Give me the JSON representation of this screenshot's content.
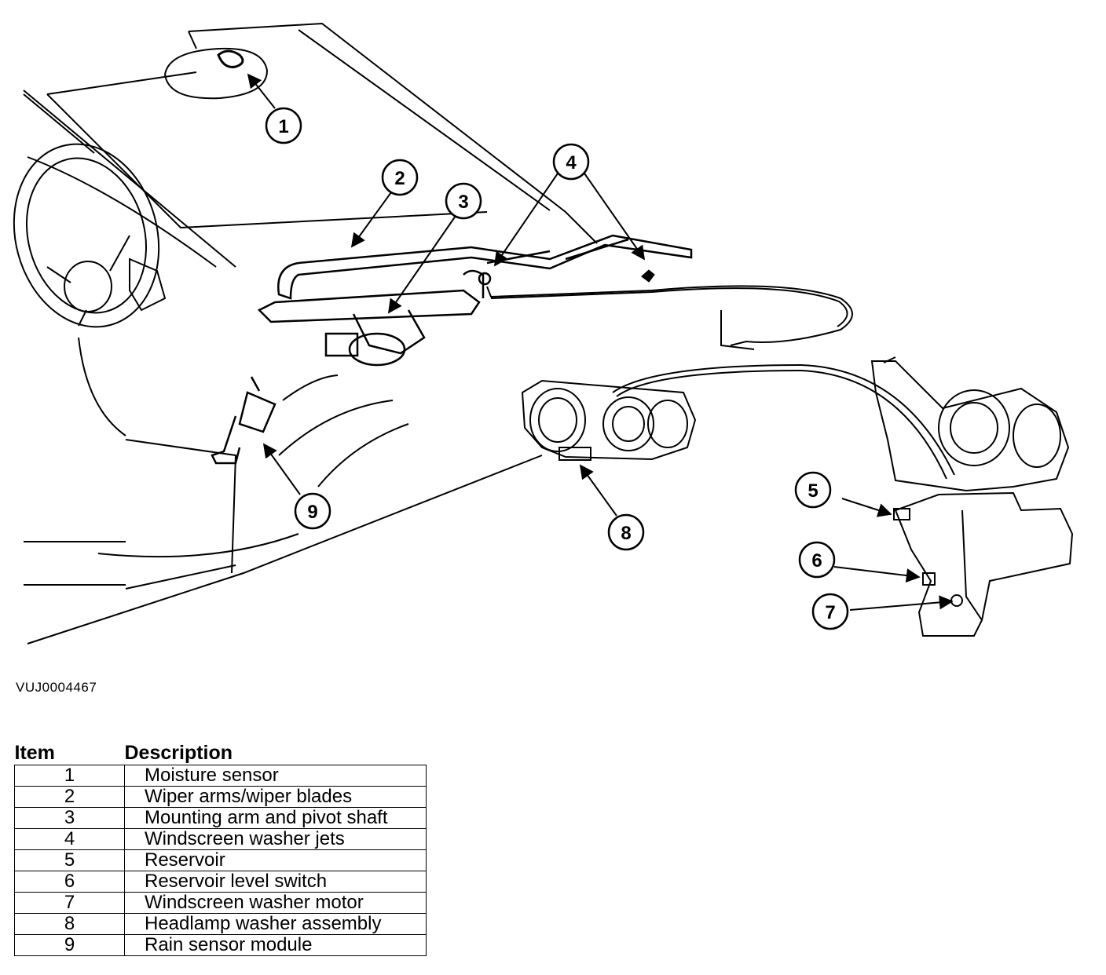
{
  "figure_code": "VUJ0004467",
  "callouts": [
    "1",
    "2",
    "3",
    "4",
    "5",
    "6",
    "7",
    "8",
    "9"
  ],
  "table": {
    "headers": {
      "item": "Item",
      "description": "Description"
    },
    "rows": [
      {
        "item": "1",
        "description": "Moisture sensor"
      },
      {
        "item": "2",
        "description": "Wiper arms/wiper blades"
      },
      {
        "item": "3",
        "description": "Mounting arm and pivot shaft"
      },
      {
        "item": "4",
        "description": "Windscreen washer jets"
      },
      {
        "item": "5",
        "description": "Reservoir"
      },
      {
        "item": "6",
        "description": "Reservoir level switch"
      },
      {
        "item": "7",
        "description": "Windscreen washer motor"
      },
      {
        "item": "8",
        "description": "Headlamp washer assembly"
      },
      {
        "item": "9",
        "description": "Rain sensor module"
      }
    ]
  }
}
